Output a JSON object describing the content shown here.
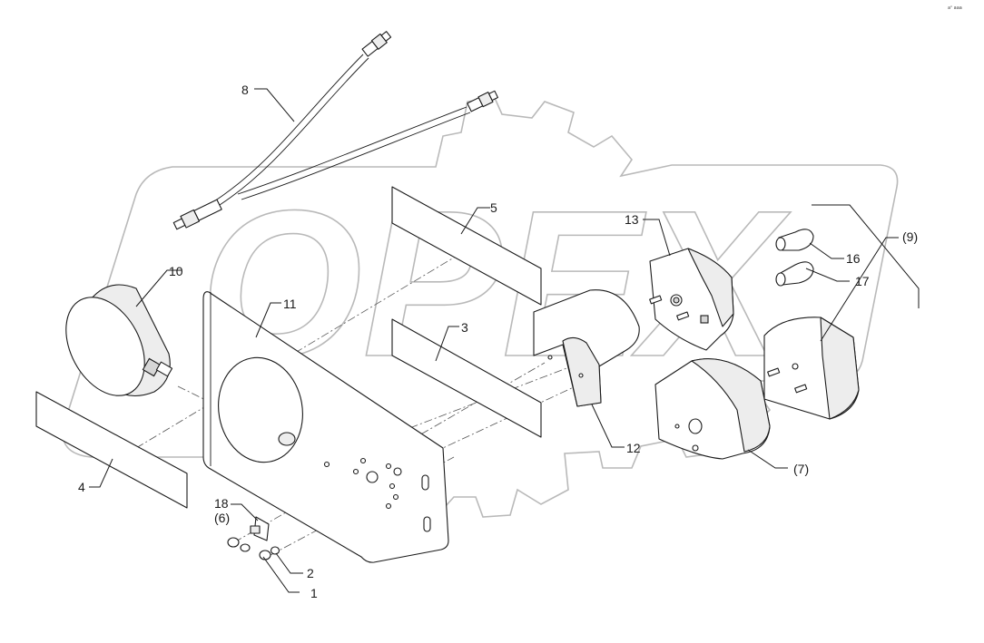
{
  "watermark": {
    "text": "OPEX"
  },
  "corner_mark": "aⁿ aaa",
  "callouts": {
    "c1": "1",
    "c2": "2",
    "c3": "3",
    "c4": "4",
    "c5": "5",
    "c6": "(6)",
    "c7": "(7)",
    "c8": "8",
    "c9": "(9)",
    "c10": "10",
    "c11": "11",
    "c12": "12",
    "c13": "13",
    "c16": "16",
    "c17": "17",
    "c18": "18"
  }
}
